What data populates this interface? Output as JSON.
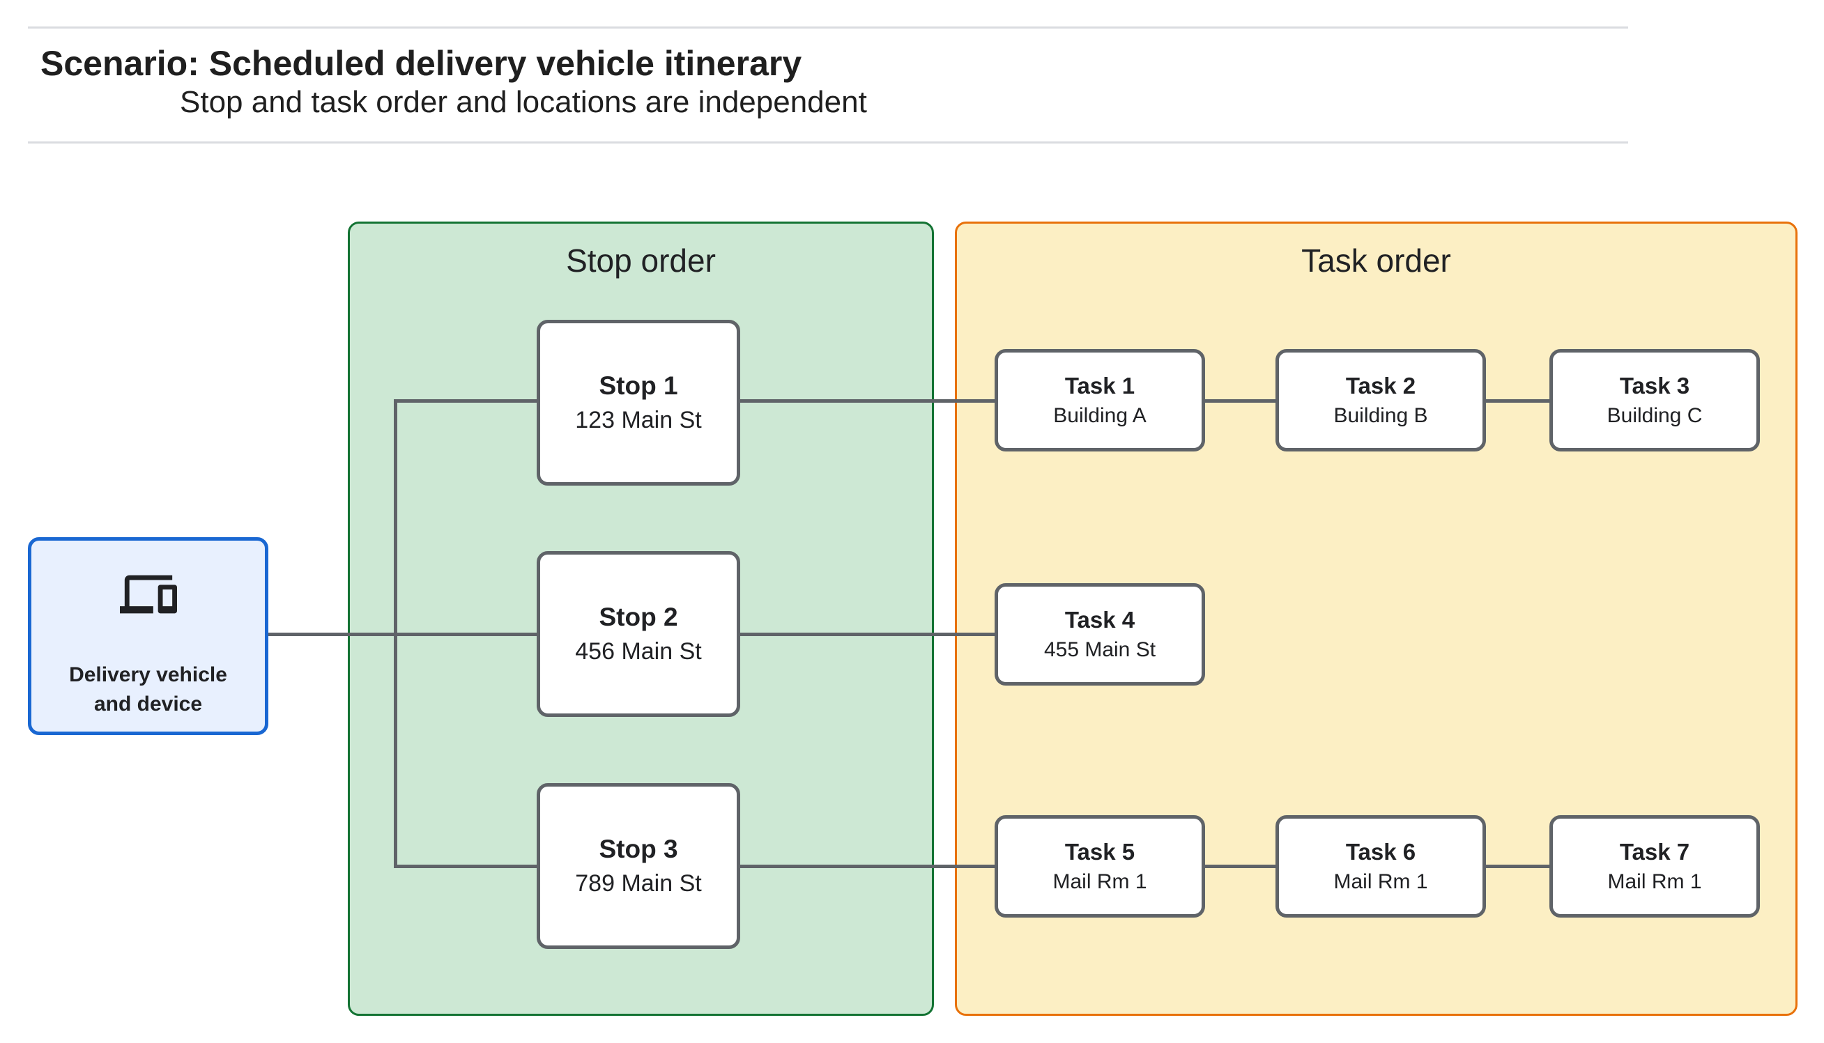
{
  "header": {
    "title": "Scenario: Scheduled delivery vehicle itinerary",
    "subtitle": "Stop and task order and locations are independent"
  },
  "source": {
    "label": "Delivery vehicle and device",
    "icon": "devices-icon"
  },
  "panels": {
    "stop": {
      "title": "Stop order"
    },
    "task": {
      "title": "Task order"
    }
  },
  "stops": [
    {
      "name": "Stop 1",
      "location": "123 Main St"
    },
    {
      "name": "Stop 2",
      "location": "456 Main St"
    },
    {
      "name": "Stop 3",
      "location": "789 Main St"
    }
  ],
  "tasks": [
    {
      "name": "Task 1",
      "location": "Building A"
    },
    {
      "name": "Task 2",
      "location": "Building B"
    },
    {
      "name": "Task 3",
      "location": "Building C"
    },
    {
      "name": "Task 4",
      "location": "455 Main St"
    },
    {
      "name": "Task 5",
      "location": "Mail Rm 1"
    },
    {
      "name": "Task 6",
      "location": "Mail Rm 1"
    },
    {
      "name": "Task 7",
      "location": "Mail Rm 1"
    }
  ],
  "colors": {
    "green-fill": "#CDE8D4",
    "green-border": "#137333",
    "yellow-fill": "#FCEFC4",
    "yellow-border": "#E8710A",
    "blue-fill": "#E8F0FE",
    "blue-border": "#1967D2",
    "node-border": "#5F6368",
    "line": "#5F6368"
  }
}
